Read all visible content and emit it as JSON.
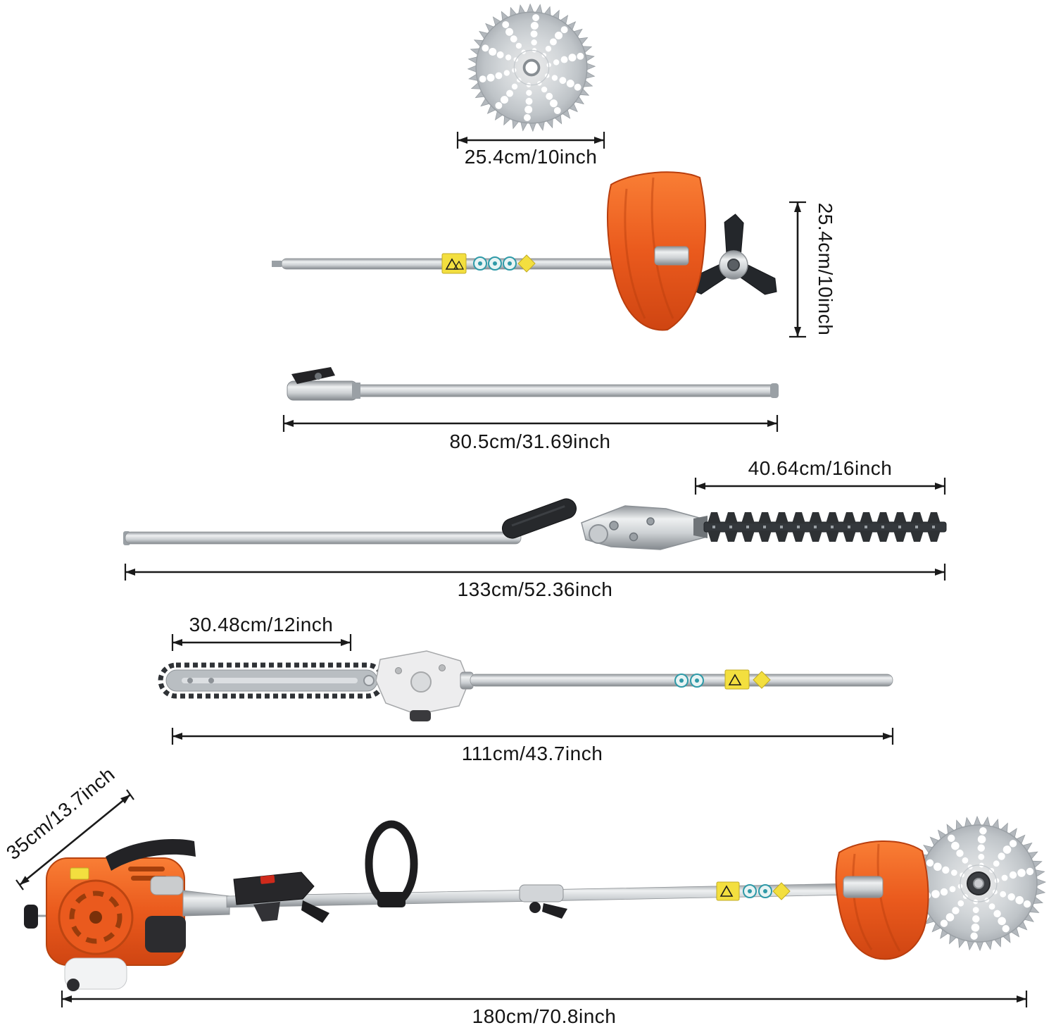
{
  "figure": {
    "type": "product-dimension-diagram",
    "background": "#ffffff",
    "components": [
      "circular-saw-blade",
      "string-trimmer-attachment",
      "extension-pole",
      "hedge-trimmer-attachment",
      "pole-saw-attachment",
      "assembled-brush-cutter"
    ]
  },
  "dimensions": {
    "saw_blade_diameter": "25.4cm/10inch",
    "trimmer_cutting_width": "25.4cm/10inch",
    "extension_pole_length": "80.5cm/31.69inch",
    "hedge_blade_length": "40.64cm/16inch",
    "hedge_total_length": "133cm/52.36inch",
    "chainsaw_bar_length": "30.48cm/12inch",
    "chainsaw_total_length": "111cm/43.7inch",
    "engine_head_width": "35cm/13.7inch",
    "overall_length": "180cm/70.8inch"
  },
  "colors": {
    "accent_orange": "#ea5a1e",
    "metal_silver": "#c7cbce",
    "blade_dark": "#26282b",
    "dimension_line": "#1a1a1a",
    "warning_yellow": "#f3df3f",
    "sticker_teal": "#2f9aa8"
  }
}
